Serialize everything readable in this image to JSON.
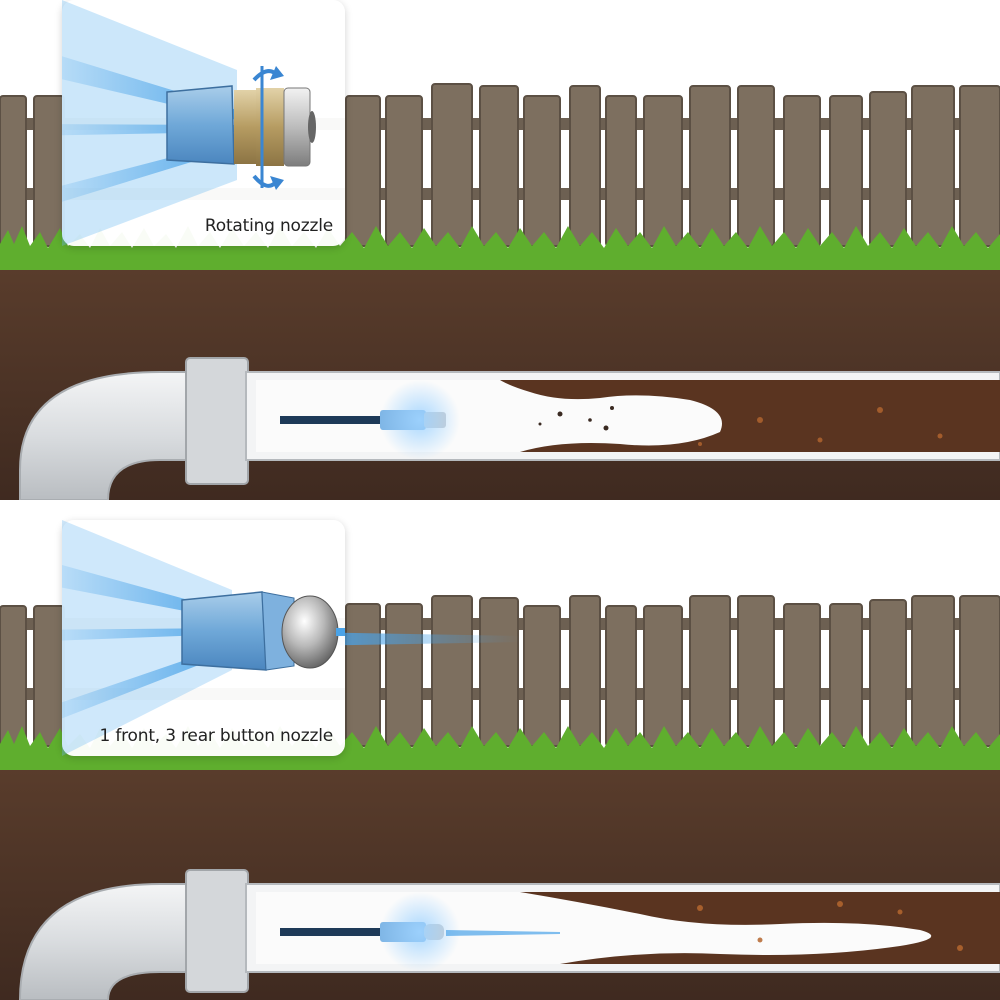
{
  "panels": [
    {
      "nozzle_type": "rotating",
      "caption": "Rotating nozzle"
    },
    {
      "nozzle_type": "button",
      "caption": "1 front, 3 rear button nozzle"
    }
  ],
  "colors": {
    "sky": "#ffffff",
    "fence": "#7a6c5c",
    "grass": "#5fae2e",
    "soil": "#4a3226",
    "pipe": "#e9ebed",
    "debris": "#6b4226",
    "water_jet": "#4aa3e8"
  },
  "icons": {
    "rotation": "rotation-arrows-icon",
    "spray": "spray-jet-icon"
  }
}
